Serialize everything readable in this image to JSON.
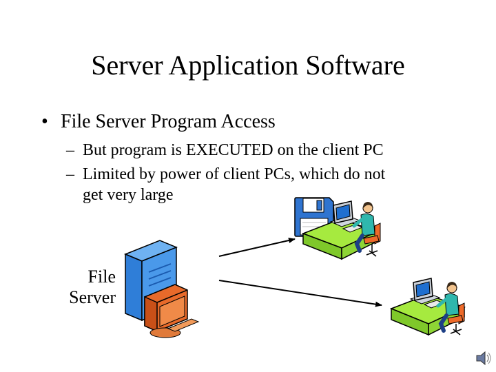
{
  "slide": {
    "title": "Server Application Software",
    "bullet": {
      "marker": "•",
      "text": "File Server Program Access"
    },
    "sub_bullets": [
      {
        "marker": "–",
        "text": "But program is EXECUTED on the client PC"
      },
      {
        "marker": "–",
        "line1": "Limited by power of client PCs, which do not",
        "line2": "get very large"
      }
    ],
    "server_label": {
      "line1": "File",
      "line2": "Server"
    }
  },
  "icons": [
    "floppy-disk-icon",
    "server-computer-icon",
    "client-workstation-icon",
    "speaker-icon"
  ],
  "colors": {
    "desk_green": "#99e33a",
    "server_blue": "#3f8ee6",
    "monitor_orange": "#e86a2a",
    "person_teal": "#2fb7ad"
  }
}
